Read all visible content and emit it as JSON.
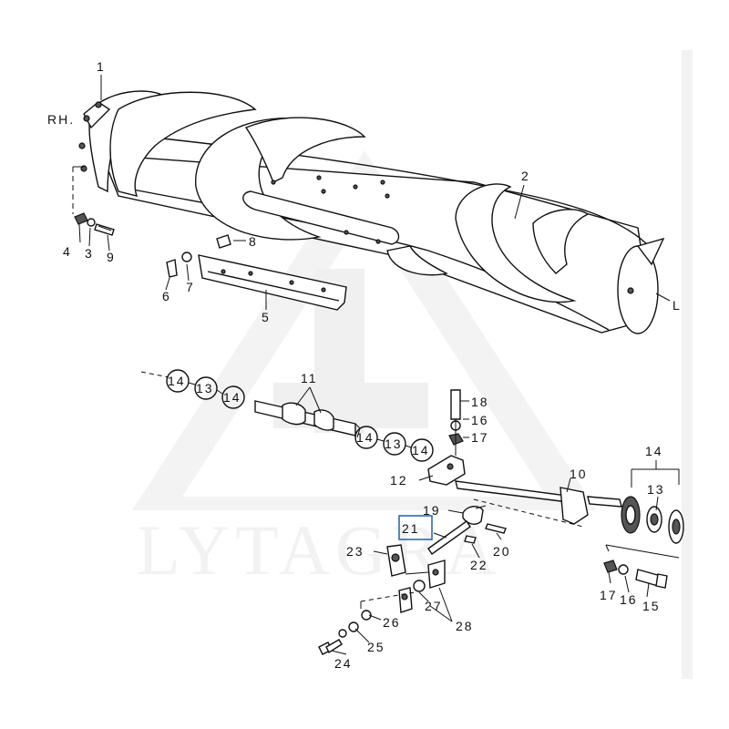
{
  "watermark": {
    "text": "LYTAGRA"
  },
  "side_labels": {
    "rh": "RH.",
    "l": "L"
  },
  "callouts": {
    "c1": "1",
    "c2": "2",
    "c3": "3",
    "c4": "4",
    "c5": "5",
    "c6": "6",
    "c7": "7",
    "c8": "8",
    "c9": "9",
    "c10": "10",
    "c11": "11",
    "c12": "12",
    "c13a": "13",
    "c13b": "13",
    "c13c": "13",
    "c14a": "14",
    "c14b": "14",
    "c14c": "14",
    "c14d": "14",
    "c14e": "14",
    "c15": "15",
    "c16a": "16",
    "c16b": "16",
    "c17a": "17",
    "c17b": "17",
    "c18": "18",
    "c19": "19",
    "c20": "20",
    "c21": "21",
    "c22": "22",
    "c23": "23",
    "c24": "24",
    "c25": "25",
    "c26": "26",
    "c27": "27",
    "c28": "28"
  },
  "colors": {
    "ink": "#111111",
    "watermark": "#cfcfcf",
    "highlight_box": "#2b6cb0"
  }
}
